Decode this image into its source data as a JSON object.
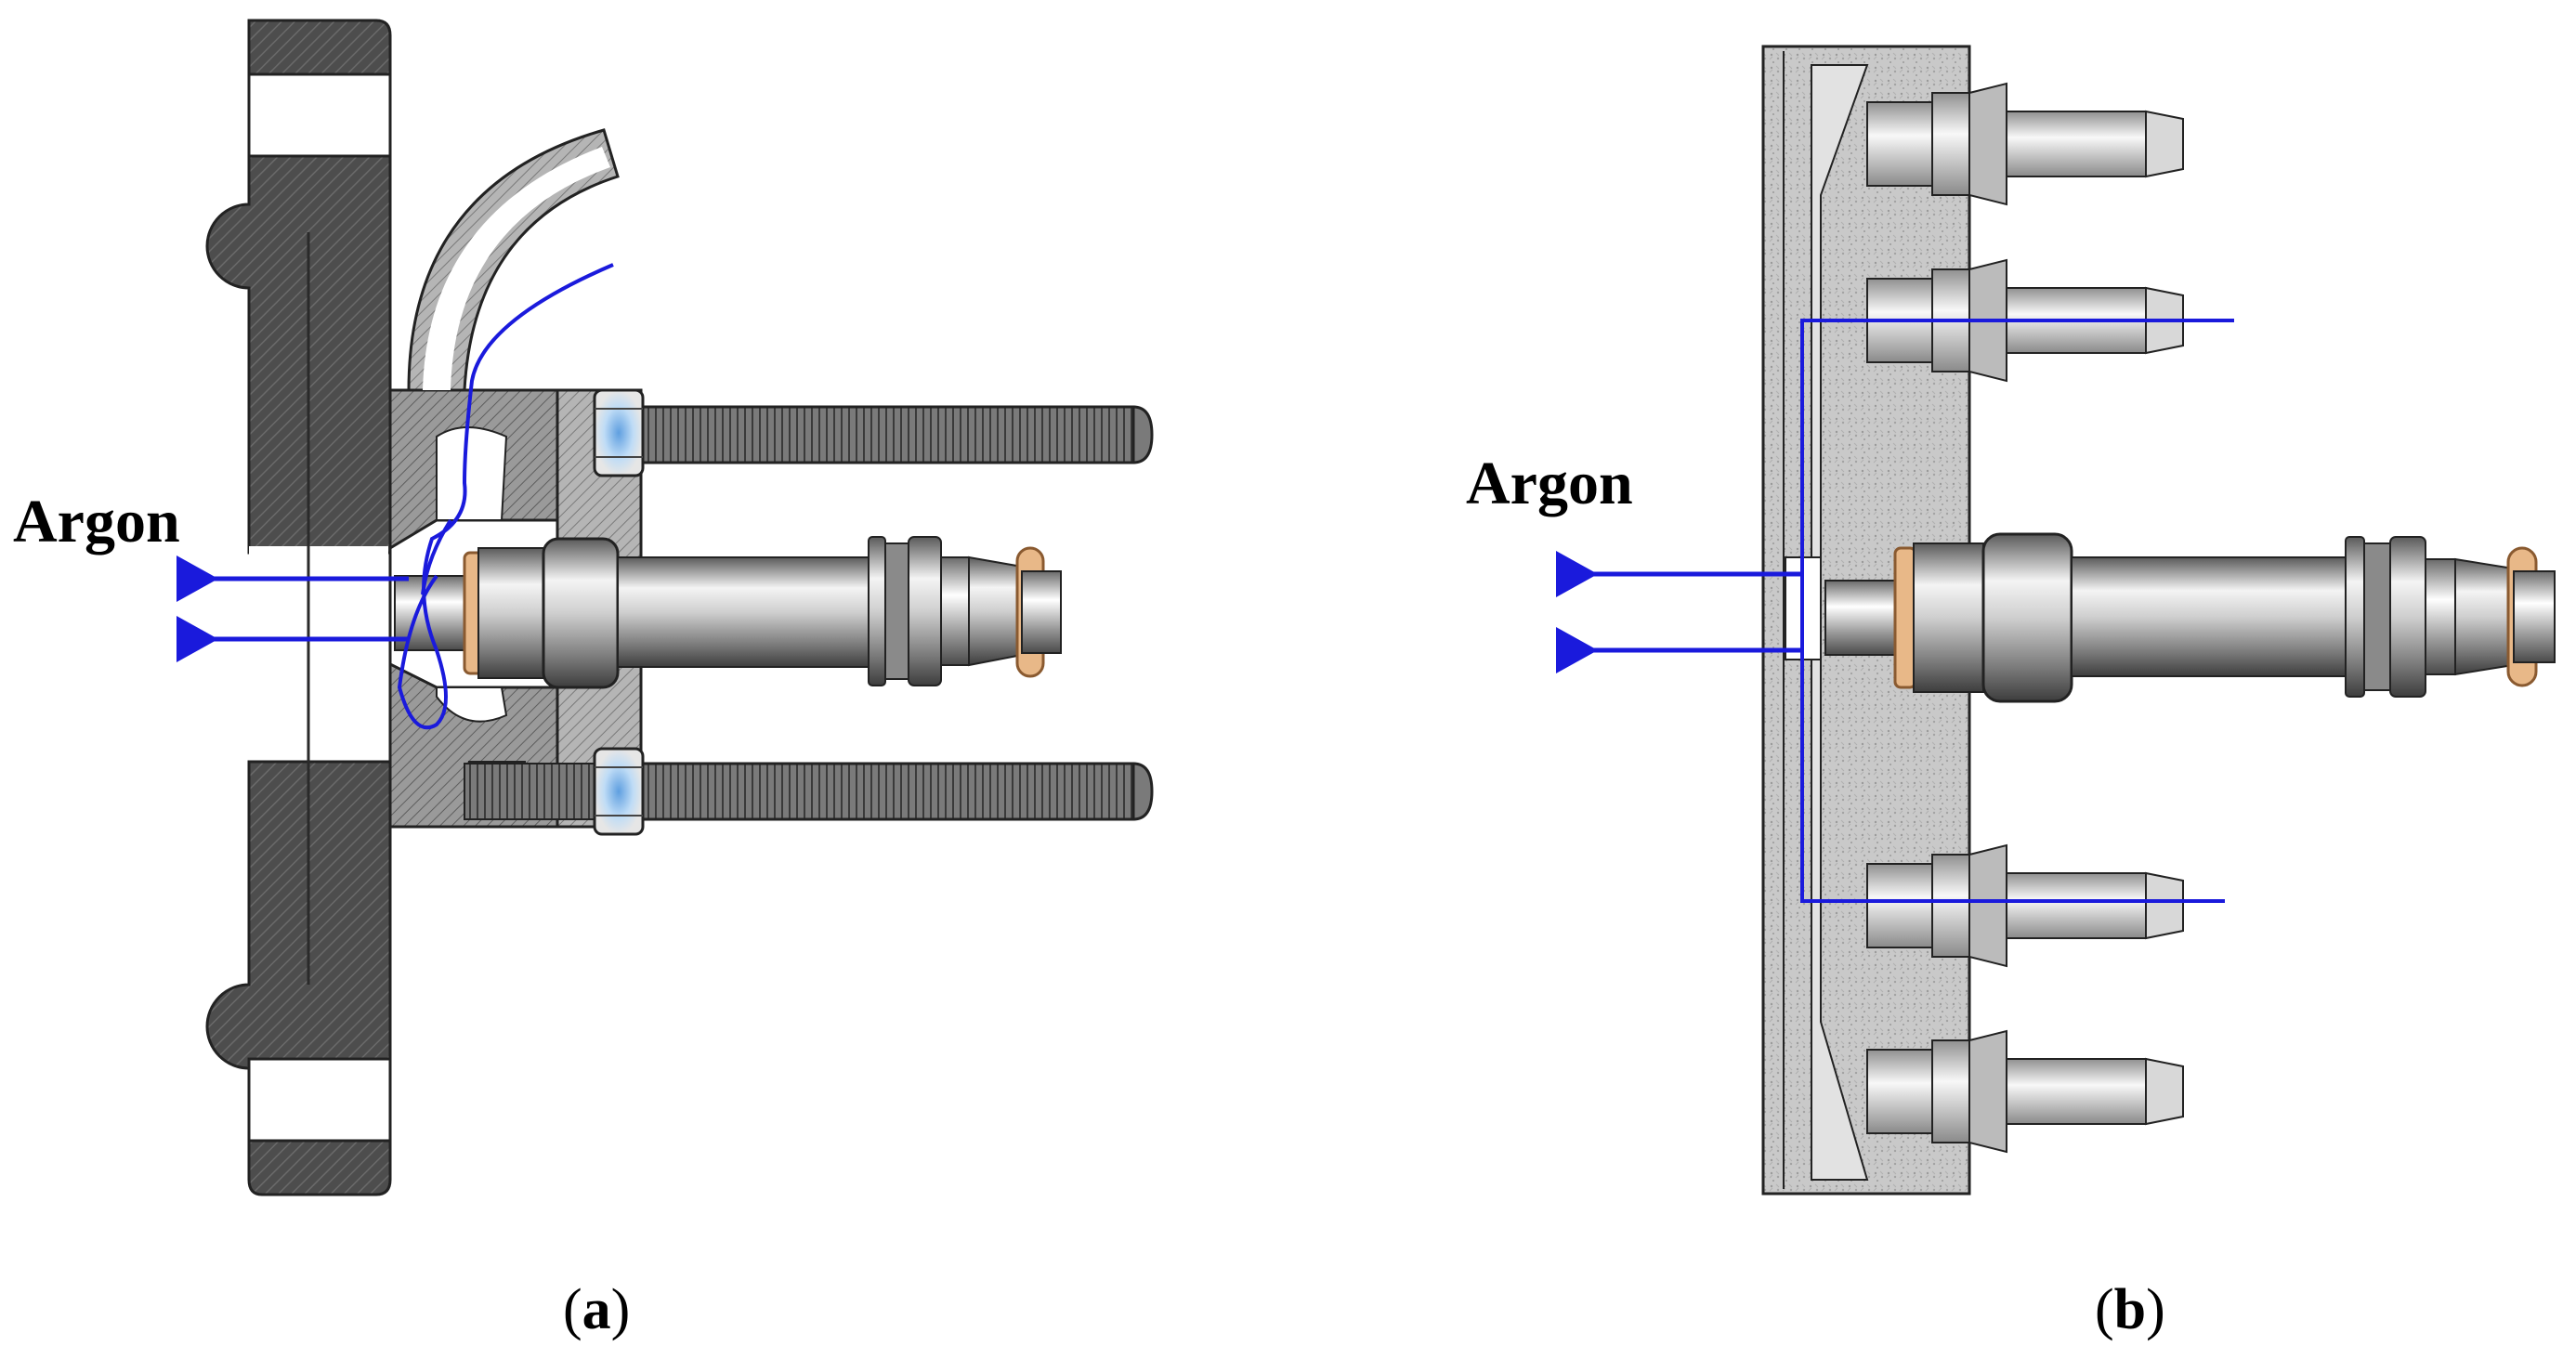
{
  "panels": [
    {
      "id": "a",
      "gas_label": "Argon",
      "caption_open": "(",
      "caption_letter": "a",
      "caption_close": ")"
    },
    {
      "id": "b",
      "gas_label": "Argon",
      "caption_open": "(",
      "caption_letter": "b",
      "caption_close": ")"
    }
  ],
  "colors": {
    "flow_line": "#1a1adc",
    "dark_steel": "#4d4d4d",
    "hatch_gray": "#8a8a8a",
    "speckle_gray": "#c8c8c8",
    "copper_ring": "#e8b888",
    "nut_blue": "#9fc8f0"
  },
  "icons": {
    "arrow": "flow-arrow-left"
  }
}
